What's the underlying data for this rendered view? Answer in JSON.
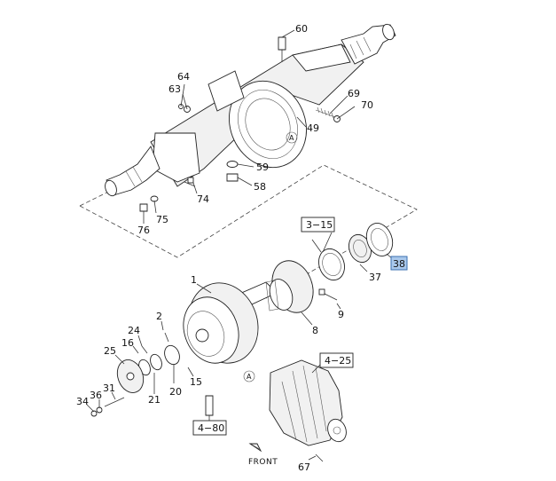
{
  "callouts": {
    "c60": "60",
    "c64": "64",
    "c63": "63",
    "c69": "69",
    "c70": "70",
    "c49": "49",
    "c59": "59",
    "c58": "58",
    "c74": "74",
    "c75": "75",
    "c76": "76",
    "c37": "37",
    "c38": "38",
    "c1": "1",
    "c9": "9",
    "c8": "8",
    "c2": "2",
    "c24": "24",
    "c16": "16",
    "c25": "25",
    "c21": "21",
    "c20": "20",
    "c15": "15",
    "c31": "31",
    "c36": "36",
    "c34": "34",
    "c67": "67"
  },
  "refs": {
    "r3_15": "3−15",
    "r4_25": "4−25",
    "r4_80": "4−80"
  },
  "markers": {
    "a": "A"
  },
  "front_label": "FRONT",
  "colors": {
    "highlight": "#a9c8ec",
    "highlight_border": "#3a6fb0"
  }
}
